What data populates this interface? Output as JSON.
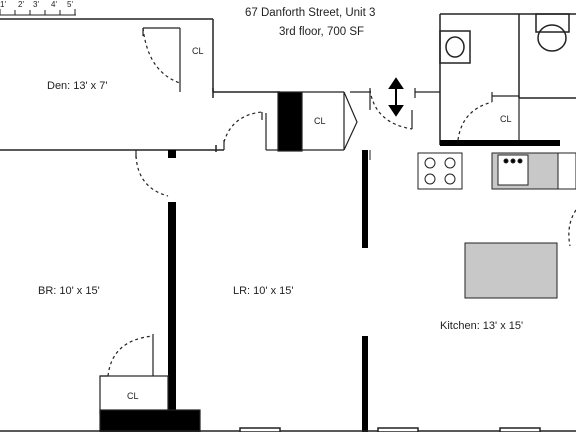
{
  "header": {
    "address": "67 Danforth Street, Unit 3",
    "floor_info": "3rd floor, 700 SF"
  },
  "scale": {
    "ticks": [
      "1'",
      "2'",
      "3'",
      "4'",
      "5'"
    ]
  },
  "rooms": {
    "den": "Den: 13' x 7'",
    "bedroom": "BR: 10' x 15'",
    "living_room": "LR: 10' x 15'",
    "kitchen": "Kitchen: 13' x 15'"
  },
  "closets": {
    "den_closet": "CL",
    "hall_closet": "CL",
    "kitchen_closet": "CL",
    "bedroom_closet": "CL"
  }
}
